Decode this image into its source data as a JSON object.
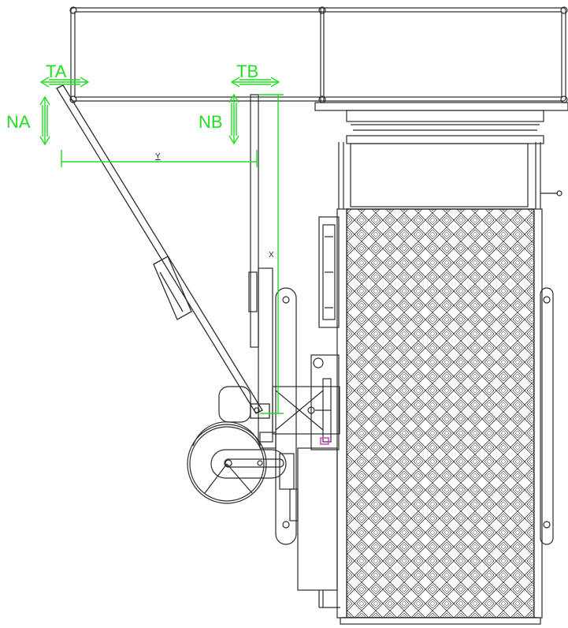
{
  "labels": {
    "ta": "TA",
    "tb": "TB",
    "na": "NA",
    "nb": "NB",
    "x": "X",
    "y": "Y"
  },
  "colors": {
    "line": "#2b2b2b",
    "dimension": "#22dd22",
    "accent": "#cc44cc",
    "background": "#ffffff"
  }
}
